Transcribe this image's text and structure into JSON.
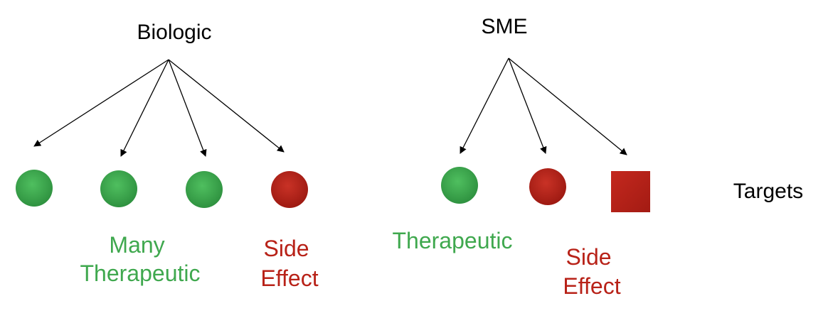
{
  "colors": {
    "therapeutic": "#3fa84e",
    "side_effect": "#b82218",
    "arrow": "#000000",
    "text": "#000000"
  },
  "biologic": {
    "title": "Biologic",
    "targets": [
      {
        "shape": "circle",
        "kind": "therapeutic"
      },
      {
        "shape": "circle",
        "kind": "therapeutic"
      },
      {
        "shape": "circle",
        "kind": "therapeutic"
      },
      {
        "shape": "circle",
        "kind": "side_effect"
      }
    ],
    "therapeutic_label": [
      "Many",
      "Therapeutic"
    ],
    "side_effect_label": [
      "Side",
      "Effect"
    ]
  },
  "sme": {
    "title": "SME",
    "targets": [
      {
        "shape": "circle",
        "kind": "therapeutic"
      },
      {
        "shape": "circle",
        "kind": "side_effect"
      },
      {
        "shape": "square",
        "kind": "side_effect"
      }
    ],
    "therapeutic_label": [
      "Therapeutic"
    ],
    "side_effect_label": [
      "Side",
      "Effect"
    ]
  },
  "targets_label": "Targets"
}
